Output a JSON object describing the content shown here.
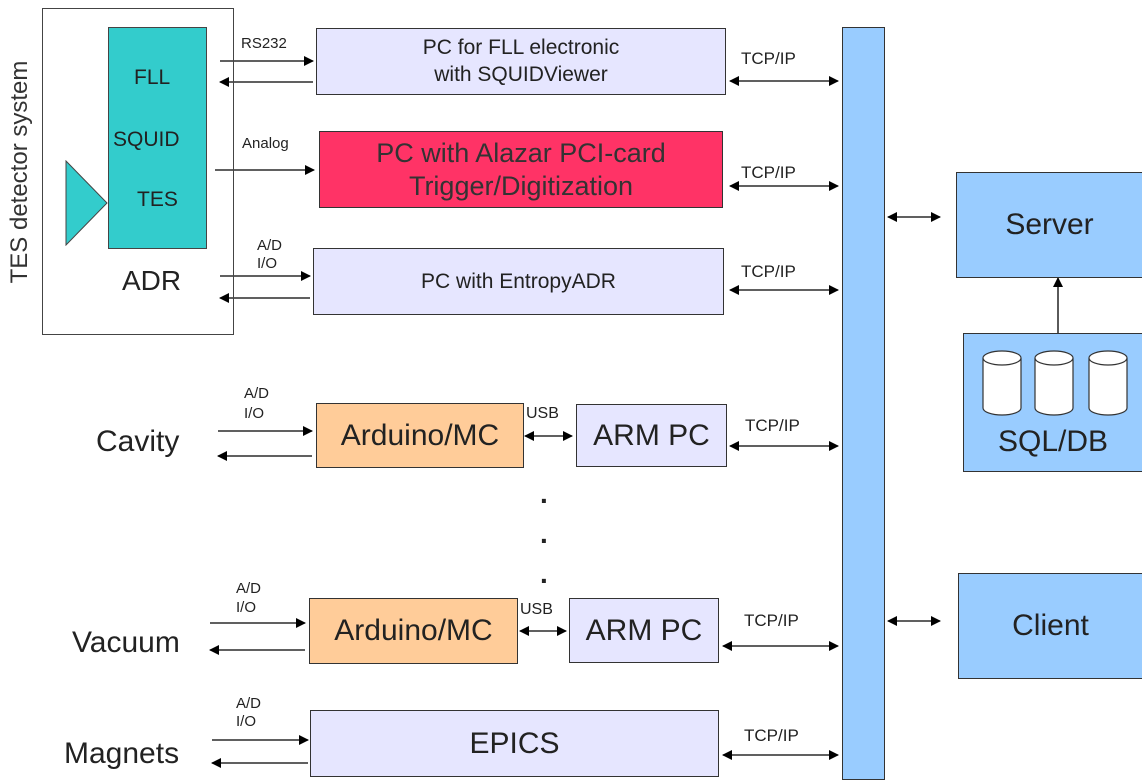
{
  "detector": {
    "system_label": "TES detector system",
    "fll": "FLL",
    "squid": "SQUID",
    "tes": "TES",
    "adr": "ADR"
  },
  "signals": {
    "rs232": "RS232",
    "analog": "Analog",
    "ad_io": [
      "A/D",
      "I/O"
    ],
    "usb": "USB",
    "tcpip": "TCP/IP"
  },
  "boxes": {
    "pc_fll": [
      "PC for FLL electronic",
      "with SQUIDViewer"
    ],
    "pc_alazar": [
      "PC with Alazar PCI-card",
      "Trigger/Digitization"
    ],
    "pc_entropy": "PC with EntropyADR",
    "arduino": "Arduino/MC",
    "arm_pc": "ARM PC",
    "epics": "EPICS",
    "server": "Server",
    "sqldb": "SQL/DB",
    "client": "Client"
  },
  "sources": {
    "cavity": "Cavity",
    "vacuum": "Vacuum",
    "magnets": "Magnets"
  },
  "ellipsis_dot": ".",
  "colors": {
    "lavender": "#e6e6ff",
    "red": "#ff3366",
    "orange": "#ffcc99",
    "blue": "#99ccff",
    "teal": "#33cccc"
  }
}
